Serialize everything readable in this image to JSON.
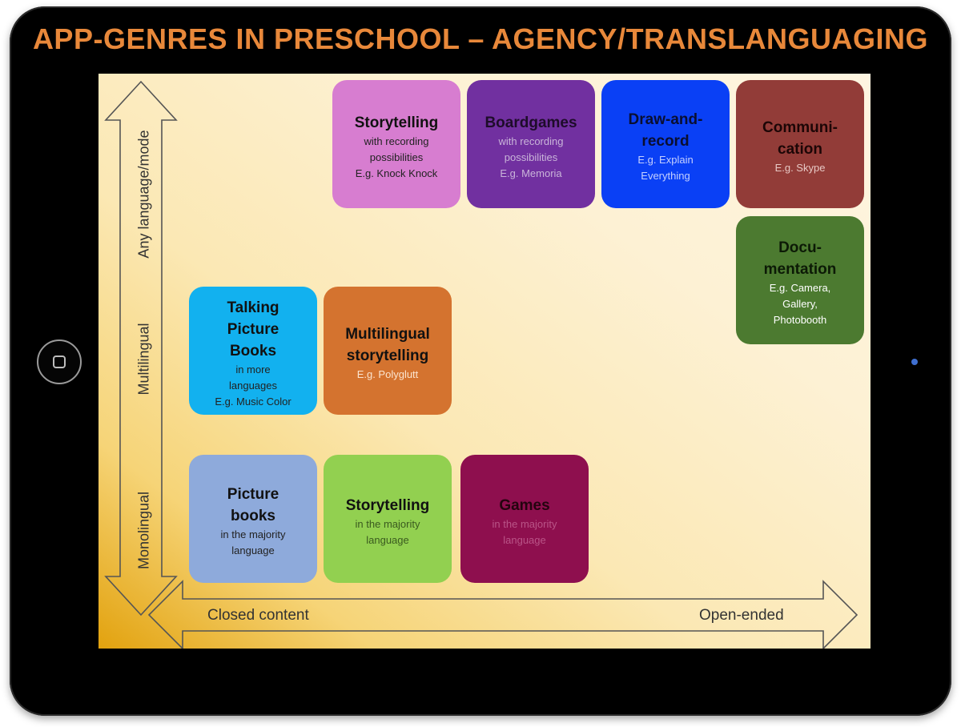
{
  "title": "APP-GENRES IN PRESCHOOL – AGENCY/TRANSLANGUAGING",
  "axes": {
    "y_labels": [
      "Monolingual",
      "Multilingual",
      "Any language/mode"
    ],
    "x_labels": [
      "Closed content",
      "Open-ended"
    ]
  },
  "boxes": [
    {
      "title": "Storytelling",
      "subtitle": [
        "with recording",
        "possibilities",
        "E.g. Knock Knock"
      ],
      "color": "#d77dd0"
    },
    {
      "title": "Boardgames",
      "subtitle": [
        "with recording",
        "possibilities",
        "E.g. Memoria"
      ],
      "color": "#7130a0"
    },
    {
      "title": "Draw-and-record",
      "title_lines": [
        "Draw-and-",
        "record"
      ],
      "subtitle": [
        "E.g. Explain",
        "Everything"
      ],
      "color": "#0a40f5"
    },
    {
      "title": "Communi-cation",
      "title_lines": [
        "Communi-",
        "cation"
      ],
      "subtitle": [
        "E.g. Skype"
      ],
      "color": "#923c38"
    },
    {
      "title": "Docu-mentation",
      "title_lines": [
        "Docu-",
        "mentation"
      ],
      "subtitle": [
        "E.g. Camera,",
        "Gallery,",
        "Photobooth"
      ],
      "color": "#4c7a30"
    },
    {
      "title": "Talking Picture Books",
      "title_lines": [
        "Talking",
        "Picture",
        "Books"
      ],
      "subtitle": [
        "in more",
        "languages",
        "E.g. Music Color"
      ],
      "color": "#12b1ef"
    },
    {
      "title": "Multilingual storytelling",
      "title_lines": [
        "Multilingual",
        "storytelling"
      ],
      "subtitle": [
        "E.g. Polyglutt"
      ],
      "color": "#d4732f"
    },
    {
      "title": "Picture books",
      "title_lines": [
        "Picture",
        "books"
      ],
      "subtitle": [
        "in the majority",
        "language"
      ],
      "color": "#8eaadb"
    },
    {
      "title": "Storytelling",
      "subtitle": [
        "in the majority",
        "language"
      ],
      "color": "#92d050"
    },
    {
      "title": "Games",
      "subtitle": [
        "in the majority",
        "language"
      ],
      "color": "#8e0f4e"
    }
  ]
}
